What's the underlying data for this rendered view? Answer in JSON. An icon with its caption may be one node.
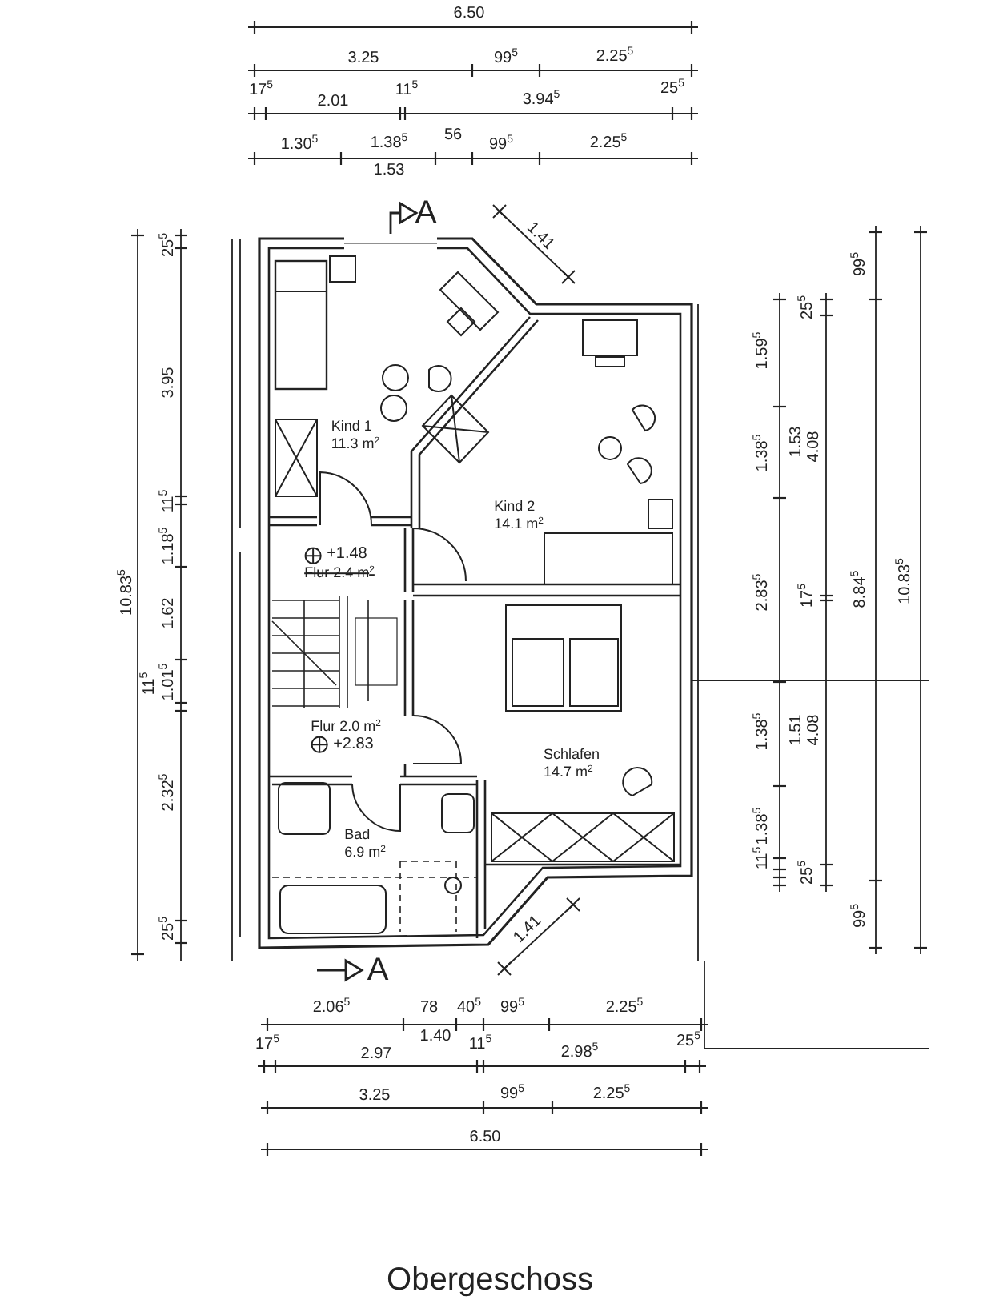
{
  "diagram": {
    "caption": "Obergeschoss",
    "nodes": [
      {
        "text": [
          "Kind 1",
          "11.3 m$^{2}$"
        ]
      },
      {
        "text": [
          "Kind 2",
          "14.1 m$^{2}$"
        ]
      },
      {
        "text": [
          "+1.48",
          "Flur 2.4 m$^{2}$"
        ]
      },
      {
        "text": [
          "Flur 2.0 m$^{2}$",
          "+2.83"
        ]
      },
      {
        "text": [
          "Schlafen",
          "14.7 m$^{2}$"
        ]
      },
      {
        "text": [
          "Bad",
          "6.9 m$^{2}$"
        ]
      }
    ],
    "labels": [
      "6.50",
      "3.25",
      "99$^{5}$",
      "2.25$^{5}$",
      "17$^{5}$",
      "2.01",
      "11$^{5}$",
      "3.94$^{5}$",
      "25$^{5}$",
      "1.30$^{5}$",
      "1.38$^{5}$",
      "56",
      "99$^{5}$",
      "2.25$^{5}$",
      "1.53",
      "A",
      "1.41",
      "10.83$^{5}$",
      "25$^{5}$",
      "3.95",
      "11$^{5}$",
      "1.18$^{5}$",
      "1.62",
      "1.01$^{5}$",
      "11$^{5}$",
      "2.32$^{5}$",
      "25$^{5}$",
      "99$^{5}$",
      "25$^{5}$",
      "1.59$^{5}$",
      "1.38$^{5}$",
      "1.53",
      "4.08",
      "2.83$^{5}$",
      "17$^{5}$",
      "8.84$^{5}$",
      "10.83$^{5}$",
      "1.38$^{5}$",
      "1.51",
      "4.08",
      "1.38$^{5}$",
      "11$^{5}$",
      "25$^{5}$",
      "99$^{5}$",
      "1.41",
      "A",
      "2.06$^{5}$",
      "78",
      "40$^{5}$",
      "99$^{5}$",
      "2.25$^{5}$",
      "1.40",
      "17$^{5}$",
      "2.97",
      "11$^{5}$",
      "2.98$^{5}$",
      "25$^{5}$",
      "3.25",
      "99$^{5}$",
      "2.25$^{5}$",
      "6.50"
    ]
  }
}
